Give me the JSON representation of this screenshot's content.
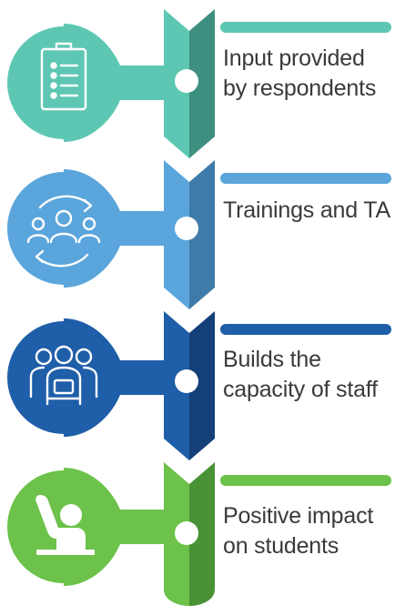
{
  "steps": [
    {
      "label": "Input provided by respondents",
      "label_lines": [
        "Input provided",
        "by respondents"
      ],
      "icon": "clipboard-checklist-icon",
      "color": "#5ec7b3",
      "color_dark": "#3d8f80"
    },
    {
      "label": "Trainings and TA",
      "label_lines": [
        "Trainings and TA"
      ],
      "icon": "people-cycle-icon",
      "color": "#5aa5dc",
      "color_dark": "#3f7ba8"
    },
    {
      "label": "Builds the capacity of staff",
      "label_lines": [
        "Builds the",
        "capacity of staff"
      ],
      "icon": "team-group-icon",
      "color": "#1f5ea8",
      "color_dark": "#143f78"
    },
    {
      "label": "Positive impact on students",
      "label_lines": [
        "Positive impact",
        "on students"
      ],
      "icon": "student-raising-hand-icon",
      "color": "#6cc24a",
      "color_dark": "#4a9236"
    }
  ]
}
